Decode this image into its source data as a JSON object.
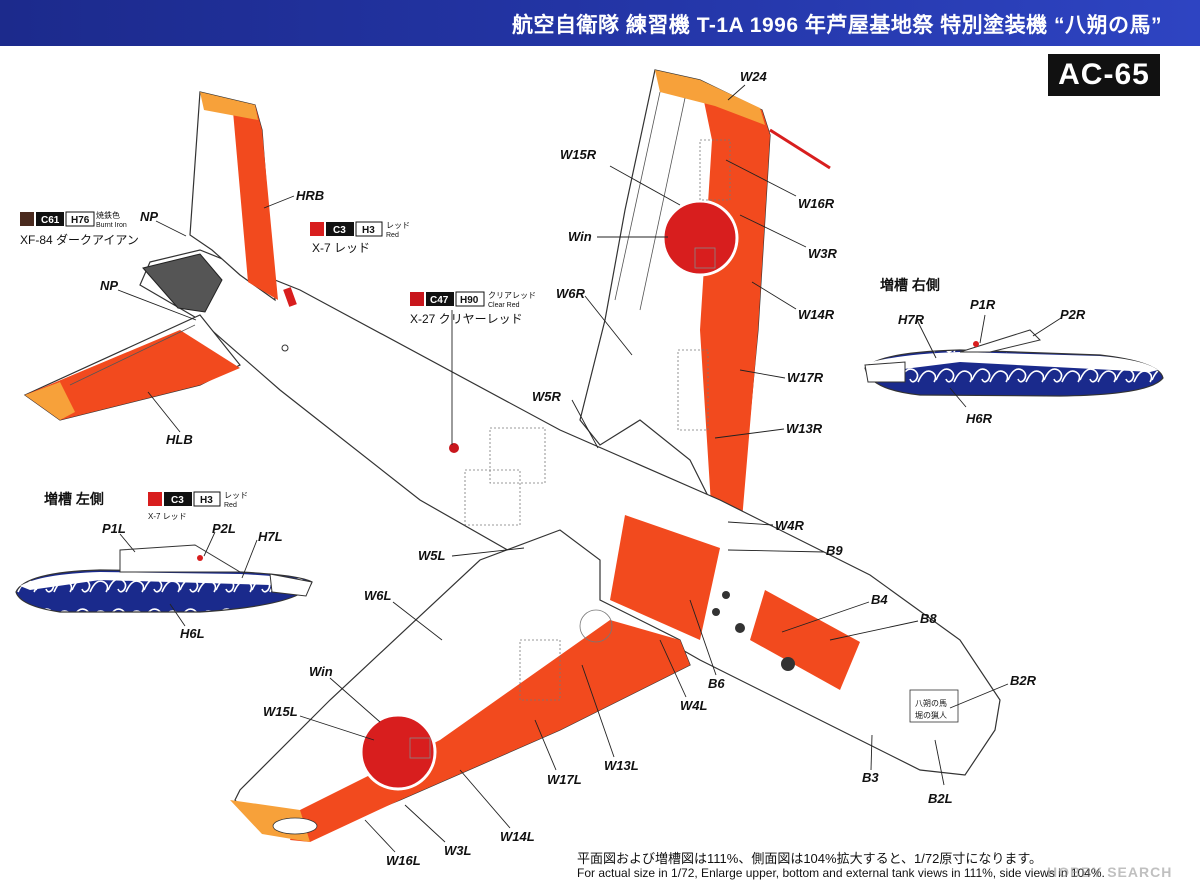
{
  "header": {
    "title": "航空自衛隊 練習機 T-1A 1996 年芦屋基地祭 特別塗装機 “八朔の馬”",
    "code": "AC-65"
  },
  "colors": {
    "orange_red": "#f24a1e",
    "orange": "#f7a13a",
    "red": "#d81e1e",
    "navy": "#1a2a8c",
    "header_blue": "#2436a8",
    "burnt_iron": "#4a2a1e",
    "clear_red": "#c8161c",
    "outline": "#333333"
  },
  "paints": {
    "burnt_iron": {
      "c_code": "C61",
      "h_code": "H76",
      "jp_name": "焼鉄色",
      "en_name": "Burnt Iron",
      "label": "XF-84 ダークアイアン"
    },
    "red": {
      "c_code": "C3",
      "h_code": "H3",
      "jp_name": "レッド",
      "en_name": "Red",
      "label": "X-7 レッド"
    },
    "clear_red": {
      "c_code": "C47",
      "h_code": "H90",
      "jp_name": "クリアレッド",
      "en_name": "Clear Red",
      "label": "X-27 クリヤーレッド"
    }
  },
  "tanks": {
    "right_title": "増槽 右側",
    "left_title": "増槽 左側",
    "left_paint_label": "X-7 レッド"
  },
  "nose_text": {
    "line1": "八朔の馬",
    "line2": "堀の猟人"
  },
  "labels": {
    "W24": "W24",
    "W15R": "W15R",
    "W16R": "W16R",
    "Win_r": "Win",
    "W3R": "W3R",
    "W6R": "W6R",
    "W14R": "W14R",
    "W17R": "W17R",
    "W5R": "W5R",
    "W13R": "W13R",
    "W4R": "W4R",
    "B9": "B9",
    "B4": "B4",
    "B8": "B8",
    "B2R": "B2R",
    "B6": "B6",
    "W4L": "W4L",
    "B3": "B3",
    "B2L": "B2L",
    "W13L": "W13L",
    "W17L": "W17L",
    "W14L": "W14L",
    "W3L": "W3L",
    "W16L": "W16L",
    "W15L": "W15L",
    "Win_l": "Win",
    "W6L": "W6L",
    "W5L": "W5L",
    "HRB": "HRB",
    "NP_top": "NP",
    "NP_left": "NP",
    "HLB": "HLB",
    "H7R": "H7R",
    "P1R": "P1R",
    "P2R": "P2R",
    "H6R": "H6R",
    "P1L": "P1L",
    "P2L": "P2L",
    "H7L": "H7L",
    "H6L": "H6L"
  },
  "footer": {
    "jp": "平面図および増槽図は111%、側面図は104%拡大すると、1/72原寸になります。",
    "en": "For actual size in 1/72, Enlarge upper, bottom and external tank views in 111%, side views in 104%."
  },
  "watermark": "HOBBY SEARCH"
}
